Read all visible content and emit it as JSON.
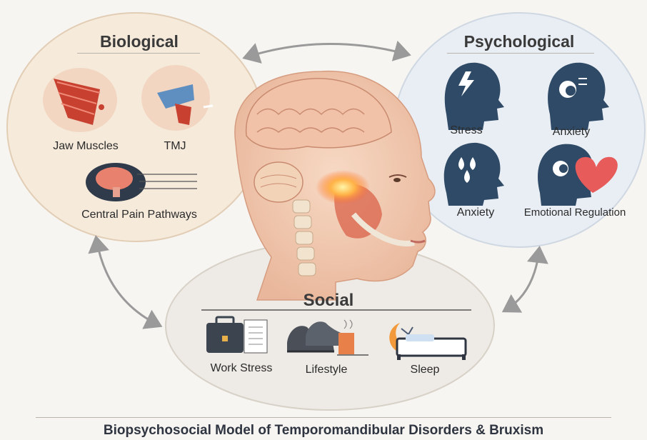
{
  "biological": {
    "title": "Biological",
    "items": [
      {
        "label": "Jaw Muscles"
      },
      {
        "label": "TMJ"
      },
      {
        "label": "Central Pain Pathways"
      }
    ]
  },
  "psychological": {
    "title": "Psychological",
    "items": [
      {
        "label": "Stress"
      },
      {
        "label": "Anxiety"
      },
      {
        "label": "Anxiety"
      },
      {
        "label": "Emotional Regulation"
      }
    ]
  },
  "social": {
    "title": "Social",
    "items": [
      {
        "label": "Work Stress"
      },
      {
        "label": "Lifestyle"
      },
      {
        "label": "Sleep"
      }
    ]
  },
  "footer": {
    "caption": "Biopsychosocial Model of Temporomandibular Disorders & Bruxism"
  },
  "colors": {
    "bio_circle": "#f6eadb",
    "psych_circle": "#e9eef4",
    "social_circle": "#eeebe6",
    "icon_navy": "#2f4a66",
    "arrow": "#9a9a9a",
    "heart": "#e85b5b"
  }
}
